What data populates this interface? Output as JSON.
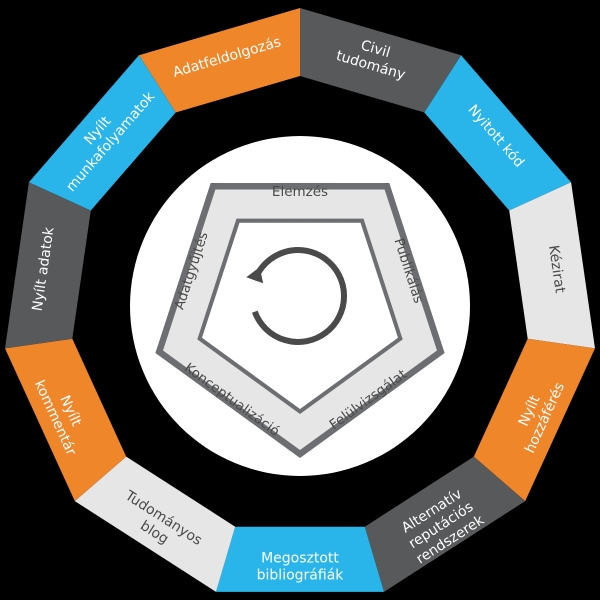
{
  "outer_segments": [
    {
      "lines": [
        "Adatfeldolgozás"
      ],
      "fill": "#F0862A",
      "text_color": "#ffffff"
    },
    {
      "lines": [
        "Civil",
        "tudomány"
      ],
      "fill": "#58595B",
      "text_color": "#ffffff"
    },
    {
      "lines": [
        "Nyitott kód"
      ],
      "fill": "#29B5EA",
      "text_color": "#ffffff"
    },
    {
      "lines": [
        "Kézirat"
      ],
      "fill": "#E6E6E6",
      "text_color": "#4a4a4a"
    },
    {
      "lines": [
        "Nyílt",
        "hozzáférés"
      ],
      "fill": "#F0862A",
      "text_color": "#ffffff"
    },
    {
      "lines": [
        "Alternatív",
        "reputációs",
        "rendszerek"
      ],
      "fill": "#58595B",
      "text_color": "#ffffff"
    },
    {
      "lines": [
        "Megosztott",
        "bibliográfiák"
      ],
      "fill": "#29B5EA",
      "text_color": "#ffffff"
    },
    {
      "lines": [
        "Tudományos",
        "blog"
      ],
      "fill": "#E6E6E6",
      "text_color": "#4a4a4a"
    },
    {
      "lines": [
        "Nyílt",
        "kommentár"
      ],
      "fill": "#F0862A",
      "text_color": "#ffffff"
    },
    {
      "lines": [
        "Nyílt adatok"
      ],
      "fill": "#58595B",
      "text_color": "#ffffff"
    },
    {
      "lines": [
        "Nyílt",
        "munkafolyamatok"
      ],
      "fill": "#29B5EA",
      "text_color": "#ffffff"
    }
  ],
  "inner_cycle": {
    "steps": [
      "Elemzés",
      "Publikálás",
      "Felülvizsgálat",
      "Konceptualizáció",
      "Adatgyűjtés"
    ],
    "pentagon_outer_color": "#6D6E71",
    "pentagon_inner_color": "#E6E6E6",
    "cycle_icon": "circular-arrow-icon",
    "cycle_icon_color": "#4A4A4A"
  },
  "colors": {
    "background": "#000000",
    "ring_inner_fill": "#FFFFFF"
  }
}
